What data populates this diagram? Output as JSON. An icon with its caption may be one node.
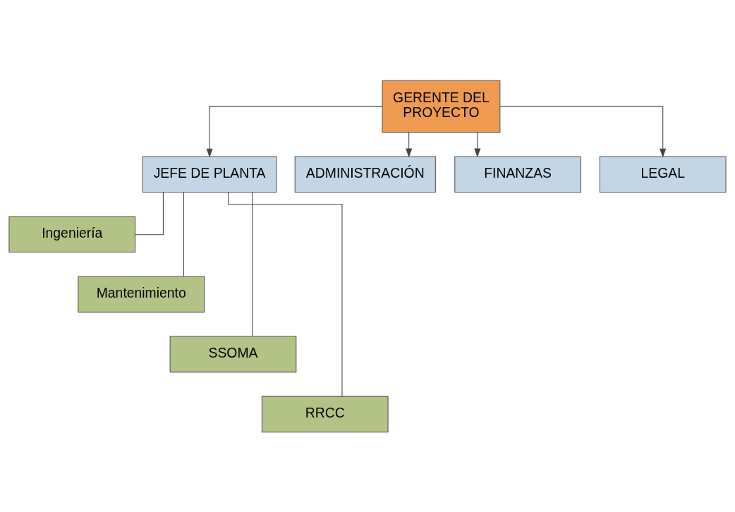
{
  "diagram": {
    "nodes": [
      {
        "text": [
          "GERENTE DEL PROYECTO"
        ]
      },
      {
        "text": [
          "JEFE DE PLANTA"
        ]
      },
      {
        "text": [
          "ADMINISTRACIÓN"
        ]
      },
      {
        "text": [
          "FINANZAS"
        ]
      },
      {
        "text": [
          "LEGAL"
        ]
      },
      {
        "text": [
          "Ingeniería"
        ]
      },
      {
        "text": [
          "Mantenimiento"
        ]
      },
      {
        "text": [
          "SSOMA"
        ]
      },
      {
        "text": [
          "RRCC"
        ]
      }
    ],
    "edges": [
      {
        "from": 0,
        "to": 1,
        "arrow": "to"
      },
      {
        "from": 0,
        "to": 2,
        "arrow": "to"
      },
      {
        "from": 0,
        "to": 3,
        "arrow": "to"
      },
      {
        "from": 0,
        "to": 4,
        "arrow": "to"
      },
      {
        "from": 1,
        "to": 5,
        "arrow": "none"
      },
      {
        "from": 1,
        "to": 6,
        "arrow": "none"
      },
      {
        "from": 1,
        "to": 7,
        "arrow": "none"
      },
      {
        "from": 1,
        "to": 8,
        "arrow": "none"
      }
    ]
  }
}
